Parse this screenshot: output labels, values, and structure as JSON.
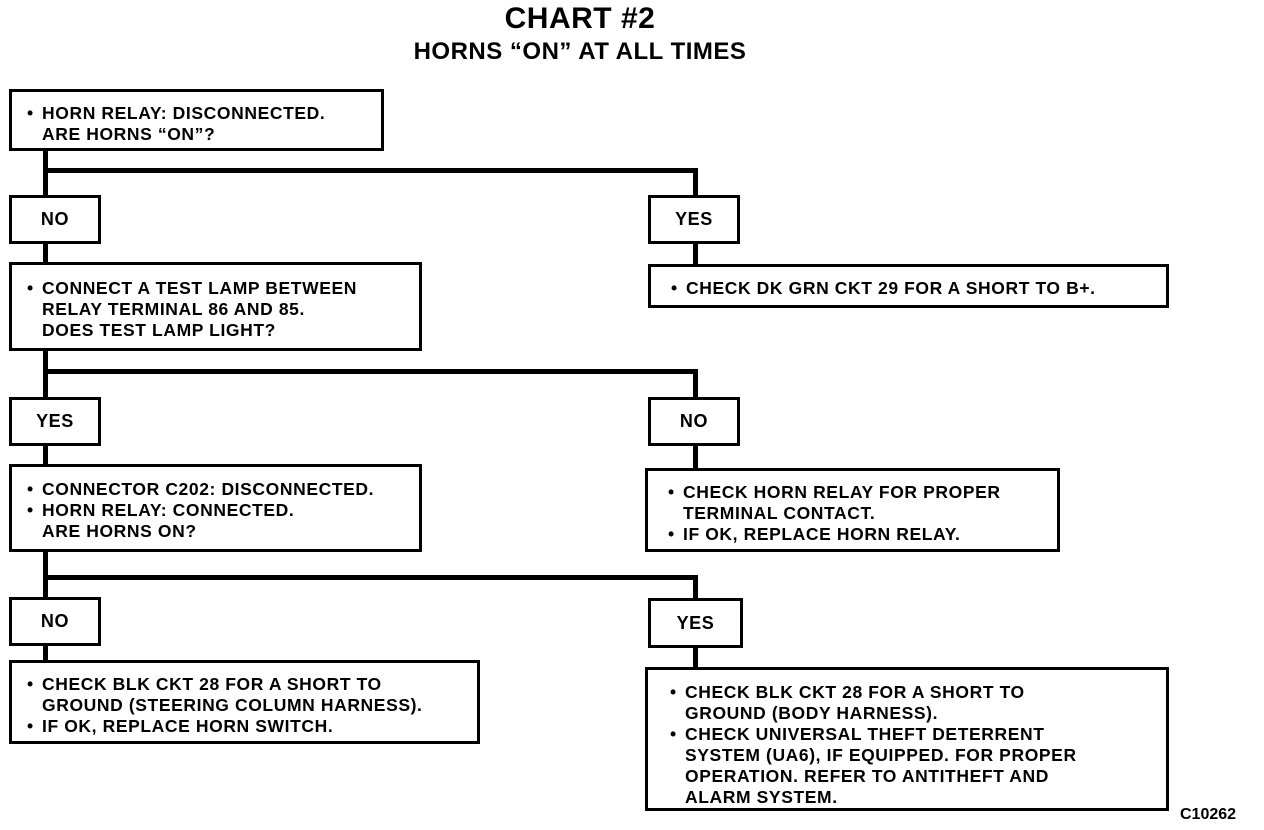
{
  "chart": {
    "title": "CHART #2",
    "subtitle": "HORNS “ON” AT ALL TIMES",
    "figure_id": "C10262"
  },
  "steps": {
    "s1": {
      "items": [
        {
          "bullet": "•",
          "text": "HORN RELAY: DISCONNECTED."
        },
        {
          "bullet": "",
          "text": "ARE HORNS “ON”?"
        }
      ]
    },
    "s1_no": "NO",
    "s1_yes": "YES",
    "s1_yes_action": {
      "items": [
        {
          "bullet": "•",
          "text": "CHECK DK GRN CKT 29 FOR A SHORT TO B+."
        }
      ]
    },
    "s2": {
      "items": [
        {
          "bullet": "•",
          "text": "CONNECT A TEST LAMP BETWEEN"
        },
        {
          "bullet": "",
          "text": "RELAY TERMINAL 86 AND 85."
        },
        {
          "bullet": "",
          "text": "DOES TEST LAMP LIGHT?"
        }
      ]
    },
    "s2_yes": "YES",
    "s2_no": "NO",
    "s2_no_action": {
      "items": [
        {
          "bullet": "•",
          "text": "CHECK HORN RELAY FOR PROPER"
        },
        {
          "bullet": "",
          "text": "TERMINAL CONTACT."
        },
        {
          "bullet": "•",
          "text": "IF OK, REPLACE HORN RELAY."
        }
      ]
    },
    "s3": {
      "items": [
        {
          "bullet": "•",
          "text": "CONNECTOR C202: DISCONNECTED."
        },
        {
          "bullet": "•",
          "text": "HORN RELAY: CONNECTED."
        },
        {
          "bullet": "",
          "text": "ARE HORNS ON?"
        }
      ]
    },
    "s3_no": "NO",
    "s3_yes": "YES",
    "s3_no_action": {
      "items": [
        {
          "bullet": "•",
          "text": "CHECK BLK CKT 28 FOR A SHORT TO"
        },
        {
          "bullet": "",
          "text": "GROUND (STEERING COLUMN HARNESS)."
        },
        {
          "bullet": "•",
          "text": "IF OK, REPLACE HORN SWITCH."
        }
      ]
    },
    "s3_yes_action": {
      "items": [
        {
          "bullet": "•",
          "text": "CHECK BLK CKT 28 FOR A SHORT TO"
        },
        {
          "bullet": "",
          "text": "GROUND (BODY HARNESS)."
        },
        {
          "bullet": "•",
          "text": "CHECK UNIVERSAL THEFT DETERRENT"
        },
        {
          "bullet": "",
          "text": "SYSTEM (UA6), IF EQUIPPED. FOR PROPER"
        },
        {
          "bullet": "",
          "text": "OPERATION. REFER TO ANTITHEFT AND"
        },
        {
          "bullet": "",
          "text": "ALARM SYSTEM."
        }
      ]
    }
  }
}
